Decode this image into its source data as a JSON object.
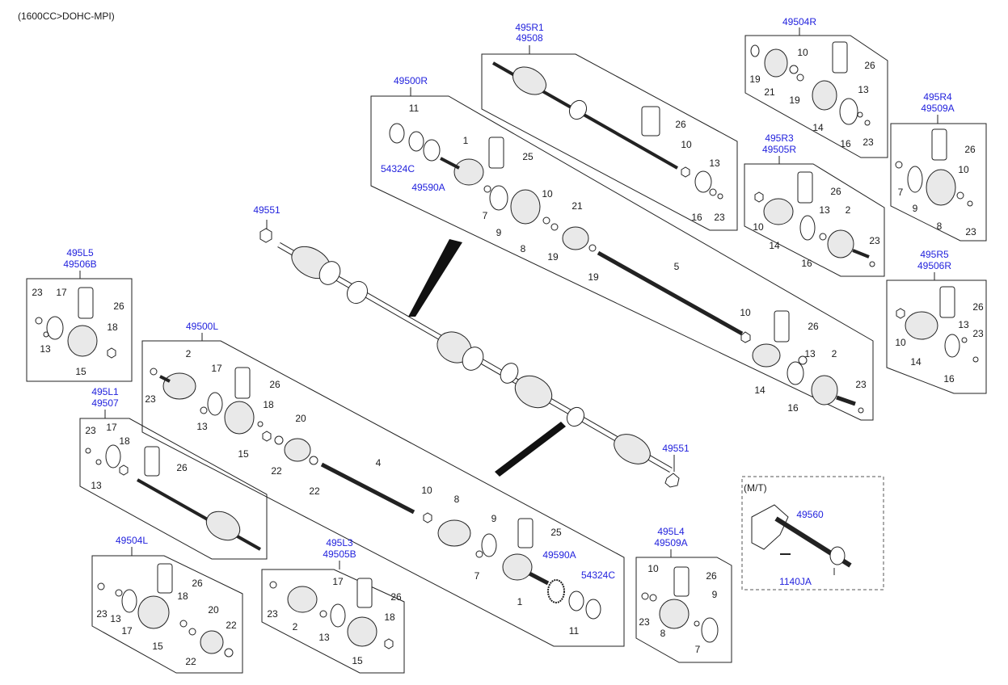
{
  "header": {
    "engine_note": "(1600CC>DOHC-MPI)"
  },
  "codes": {
    "c495r1": "495R1",
    "c49508": "49508",
    "c49504r": "49504R",
    "c495r4": "495R4",
    "c49509a_r": "49509A",
    "c49500r": "49500R",
    "c495r3": "495R3",
    "c49505r": "49505R",
    "c54324c_r": "54324C",
    "c49590a_r": "49590A",
    "c49551_top": "49551",
    "c495r5": "495R5",
    "c49506r": "49506R",
    "c495l5": "495L5",
    "c49506b": "49506B",
    "c49500l": "49500L",
    "c495l1": "495L1",
    "c49507": "49507",
    "c49551_bot": "49551",
    "mt_label": "(M/T)",
    "c49560": "49560",
    "c1140ja": "1140JA",
    "c49504l": "49504L",
    "c495l3": "495L3",
    "c49505b": "49505B",
    "c49590a_l": "49590A",
    "c54324c_l": "54324C",
    "c495l4": "495L4",
    "c49509a_l": "49509A"
  },
  "nums": {
    "n1_r": "1",
    "n11_r": "11",
    "n25_r": "25",
    "n10_r": "10",
    "n21_r": "21",
    "n7_r": "7",
    "n9_r": "9",
    "n8_r": "8",
    "n19_r1": "19",
    "n19_r2": "19",
    "n5_r": "5",
    "n10_r2": "10",
    "n26_r": "26",
    "n13_r": "13",
    "n2_r": "2",
    "n14_r": "14",
    "n16_r": "16",
    "n23_r": "23",
    "n26_r1": "26",
    "n10_r1": "10",
    "n13_r1": "13",
    "n16_r1": "16",
    "n23_r1": "23",
    "n19_04r": "19",
    "n21_04r": "21",
    "n10_04r": "10",
    "n19_04rb": "19",
    "n26_04r": "26",
    "n13_04r": "13",
    "n14_04r": "14",
    "n16_04r": "16",
    "n23_04r": "23",
    "n7_r4": "7",
    "n9_r4": "9",
    "n26_r4": "26",
    "n10_r4": "10",
    "n8_r4": "8",
    "n23_r4": "23",
    "n26_r3": "26",
    "n10_r3": "10",
    "n13_r3": "13",
    "n2_r3": "2",
    "n14_r3": "14",
    "n16_r3": "16",
    "n23_r3": "23",
    "n26_r5": "26",
    "n10_r5": "10",
    "n13_r5": "13",
    "n23_r5": "23",
    "n14_r5": "14",
    "n16_r5": "16",
    "n23_l5": "23",
    "n17_l5": "17",
    "n26_l5": "26",
    "n18_l5": "18",
    "n13_l5": "13",
    "n15_l5": "15",
    "n2_l": "2",
    "n17_l": "17",
    "n26_l": "26",
    "n23_l": "23",
    "n13_l": "13",
    "n18_l": "18",
    "n15_l": "15",
    "n20_l": "20",
    "n22_l1": "22",
    "n22_l2": "22",
    "n4_l": "4",
    "n10_l": "10",
    "n8_l": "8",
    "n9_l": "9",
    "n25_l": "25",
    "n7_l": "7",
    "n1_l": "1",
    "n11_l": "11",
    "n23_l1": "23",
    "n17_l1": "17",
    "n18_l1": "18",
    "n26_l1": "26",
    "n13_l1": "13",
    "n26_04l": "26",
    "n23_04l": "23",
    "n13_04l": "13",
    "n17_04l": "17",
    "n18_04l": "18",
    "n20_04l": "20",
    "n22_04l1": "22",
    "n15_04l": "15",
    "n22_04l2": "22",
    "n17_l3": "17",
    "n26_l3": "26",
    "n23_l3": "23",
    "n2_l3": "2",
    "n13_l3": "13",
    "n18_l3": "18",
    "n15_l3": "15",
    "n10_l4": "10",
    "n26_l4": "26",
    "n9_l4": "9",
    "n23_l4": "23",
    "n8_l4": "8",
    "n7_l4": "7"
  }
}
